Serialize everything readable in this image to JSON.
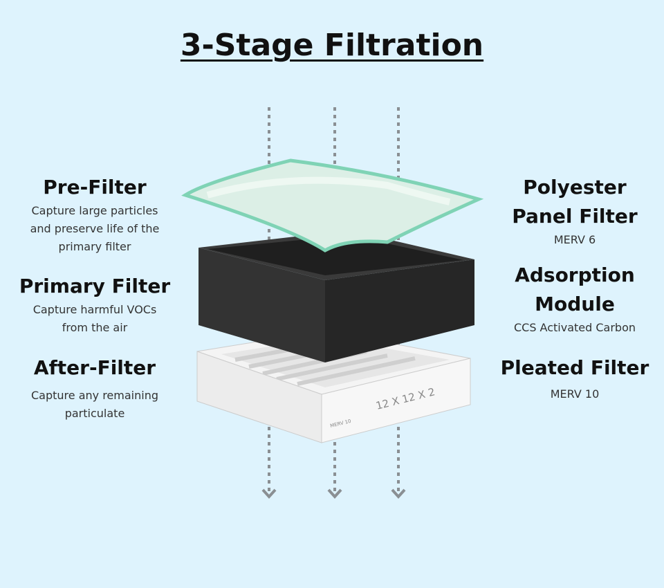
{
  "title": "3-Stage Filtration",
  "left": [
    {
      "heading": "Pre-Filter",
      "description": [
        "Capture large particles",
        "and preserve life of the",
        "primary filter"
      ]
    },
    {
      "heading": "Primary Filter",
      "description": [
        "Capture harmful VOCs",
        "from the air"
      ]
    },
    {
      "heading": "After-Filter",
      "description": [
        "Capture any remaining",
        "particulate"
      ]
    }
  ],
  "right": [
    {
      "heading": [
        "Polyester",
        "Panel Filter"
      ],
      "description": "MERV 6"
    },
    {
      "heading": [
        "Adsorption",
        "Module"
      ],
      "description": "CCS Activated Carbon"
    },
    {
      "heading": [
        "Pleated Filter"
      ],
      "description": "MERV 10"
    }
  ],
  "filter_print": {
    "size": "12 X 12 X 2",
    "rating": "MERV 10"
  },
  "colors": {
    "background": "#def3fd",
    "arrow": "#8a8f93",
    "carbon": "#2b2b2b",
    "prefilter": "#d9efe4"
  }
}
